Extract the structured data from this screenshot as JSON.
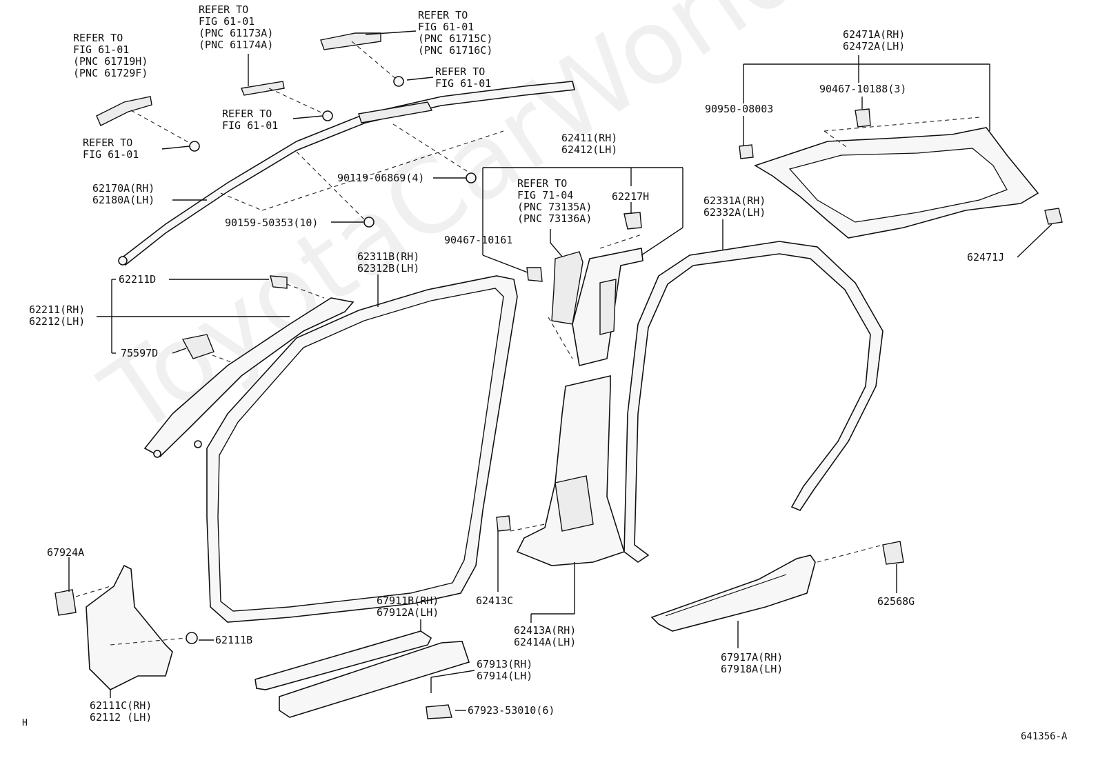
{
  "watermark": "ToyotaCarWorld.ru",
  "figure_id": "641356-A",
  "corner_mark": "H",
  "refs": {
    "r1": [
      "REFER TO",
      "FIG 61-01",
      "(PNC 61719H)",
      "(PNC 61729F)"
    ],
    "r2": [
      "REFER TO",
      "FIG 61-01",
      "(PNC 61173A)",
      "(PNC 61174A)"
    ],
    "r3": [
      "REFER TO",
      "FIG 61-01",
      "(PNC 61715C)",
      "(PNC 61716C)"
    ],
    "r4": [
      "REFER TO",
      "FIG 61-01"
    ],
    "r5": [
      "REFER TO",
      "FIG 61-01"
    ],
    "r6": [
      "REFER TO",
      "FIG 61-01"
    ],
    "r7": [
      "REFER TO",
      "FIG 71-04",
      "(PNC 73135A)",
      "(PNC 73136A)"
    ]
  },
  "parts": {
    "p62471A": [
      "62471A(RH)",
      "62472A(LH)"
    ],
    "p90467_10188": "90467-10188(3)",
    "p90950": "90950-08003",
    "p62471J": "62471J",
    "p62411": [
      "62411(RH)",
      "62412(LH)"
    ],
    "p62217H": "62217H",
    "p90467_10161": "90467-10161",
    "p90119": "90119-06869(4)",
    "p62170A": [
      "62170A(RH)",
      "62180A(LH)"
    ],
    "p90159": "90159-50353(10)",
    "p62311B": [
      "62311B(RH)",
      "62312B(LH)"
    ],
    "p62211D": "62211D",
    "p62211": [
      "62211(RH)",
      "62212(LH)"
    ],
    "p75597D": "75597D",
    "p62331A": [
      "62331A(RH)",
      "62332A(LH)"
    ],
    "p67924A": "67924A",
    "p62111B": "62111B",
    "p62111C": [
      "62111C(RH)",
      "62112  (LH)"
    ],
    "p67911B": [
      "67911B(RH)",
      "67912A(LH)"
    ],
    "p67913": [
      "67913(RH)",
      "67914(LH)"
    ],
    "p67923": "67923-53010(6)",
    "p62413C": "62413C",
    "p62413A": [
      "62413A(RH)",
      "62414A(LH)"
    ],
    "p67917A": [
      "67917A(RH)",
      "67918A(LH)"
    ],
    "p62568G": "62568G"
  }
}
